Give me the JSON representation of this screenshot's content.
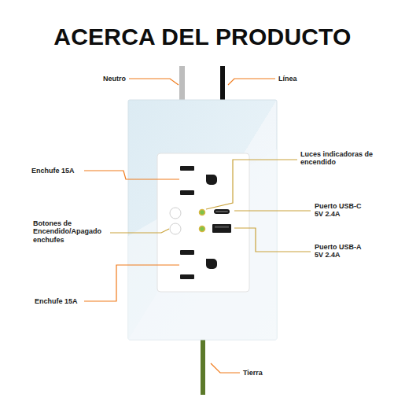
{
  "diagram": {
    "title": "ACERCA DEL PRODUCTO",
    "labels": [
      "Neutro",
      "Línea",
      "Enchufe 15A",
      "Luces indicadoras de encendido",
      "Botones de Encendido/Apagado enchufes",
      "Puerto USB-C 5V 2.4A",
      "Puerto USB-A 5V 2.4A",
      "Enchufe 15A",
      "Tierra"
    ]
  }
}
